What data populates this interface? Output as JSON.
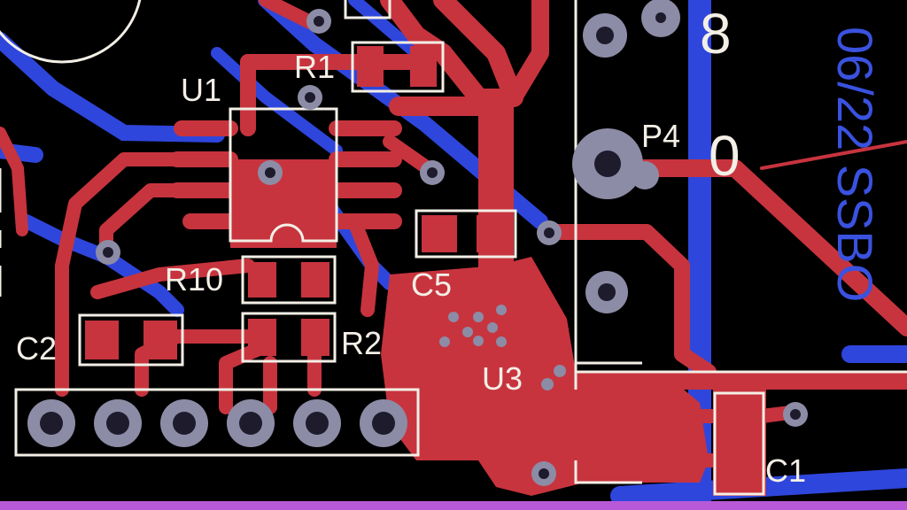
{
  "labels": {
    "u1": "U1",
    "r1": "R1",
    "r10": "R10",
    "r2": "R2",
    "c2": "C2",
    "c5": "C5",
    "u3": "U3",
    "p4": "P4",
    "c1": "C1"
  },
  "markings": {
    "digit_8": "8",
    "digit_0": "0",
    "copper_text": "06/22 SSBO"
  },
  "colors": {
    "background": "#000000",
    "top_copper": "#c7343e",
    "bottom_copper": "#2f46dc",
    "silkscreen": "#f3efe6",
    "pad_ring": "#8c8ca6",
    "drill": "#1d1b2c",
    "edge_strip": "#b85ad8"
  }
}
